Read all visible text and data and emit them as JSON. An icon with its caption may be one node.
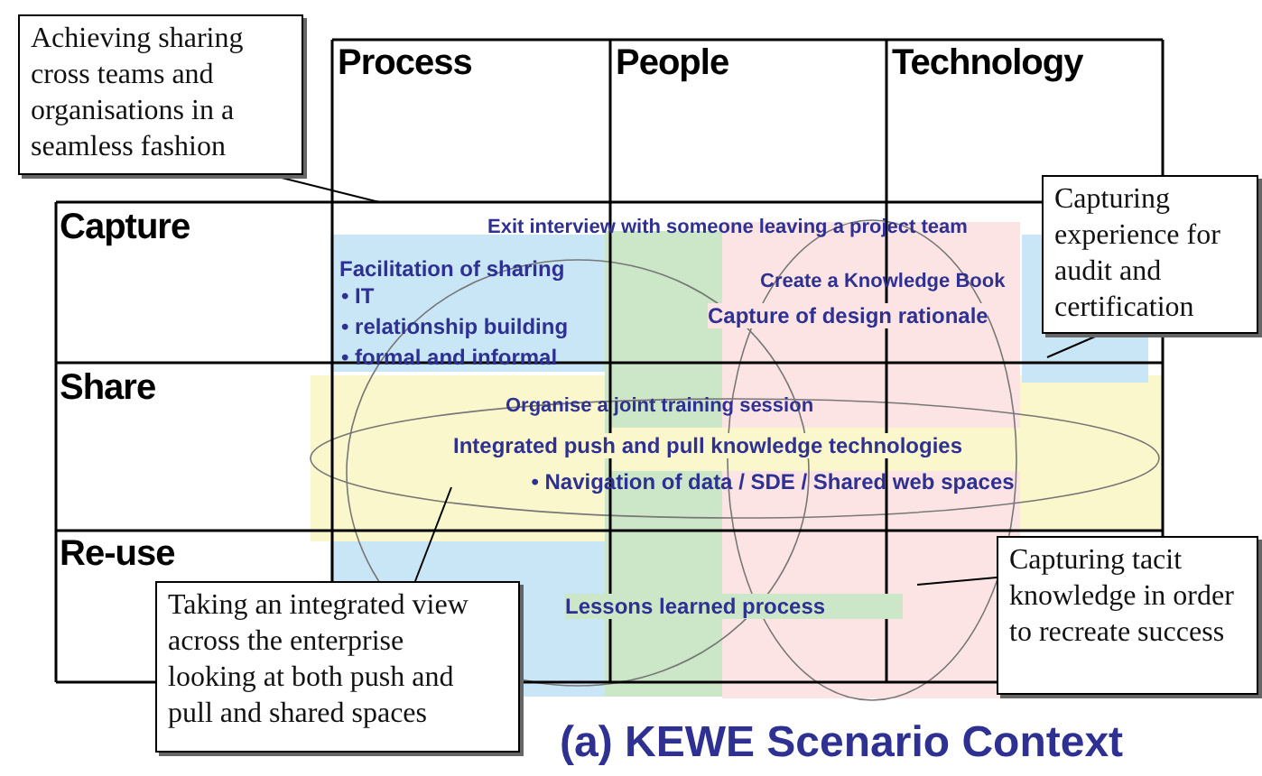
{
  "diagram": {
    "caption": "(a) KEWE Scenario Context",
    "nodes": [
      {
        "text": [
          "Achieving sharing cross teams and organisations in a seamless fashion"
        ]
      },
      {
        "text": [
          "Capturing experience for audit and certification"
        ]
      },
      {
        "text": [
          "Taking an integrated view across the enterprise looking at both push and pull  and shared spaces"
        ]
      },
      {
        "text": [
          "Capturing tacit knowledge in order to recreate success"
        ]
      }
    ],
    "edges": [
      {
        "from": 0,
        "to": null,
        "arrow": "none"
      },
      {
        "from": 1,
        "to": null,
        "arrow": "none"
      },
      {
        "from": 2,
        "to": null,
        "arrow": "none"
      },
      {
        "from": 3,
        "to": null,
        "arrow": "none"
      }
    ],
    "labels": [
      "Process",
      "People",
      "Technology",
      "Capture",
      "Exit interview with someone leaving a project team",
      "Facilitation of sharing",
      "• IT",
      "• relationship building",
      "• formal and informal",
      "Create a Knowledge Book",
      "Capture of design rationale",
      "Share",
      "Organise a joint training session",
      "Integrated push and pull knowledge technologies",
      "• Navigation of data / SDE / Shared web spaces",
      "Re-use",
      "Lessons learned process"
    ]
  }
}
